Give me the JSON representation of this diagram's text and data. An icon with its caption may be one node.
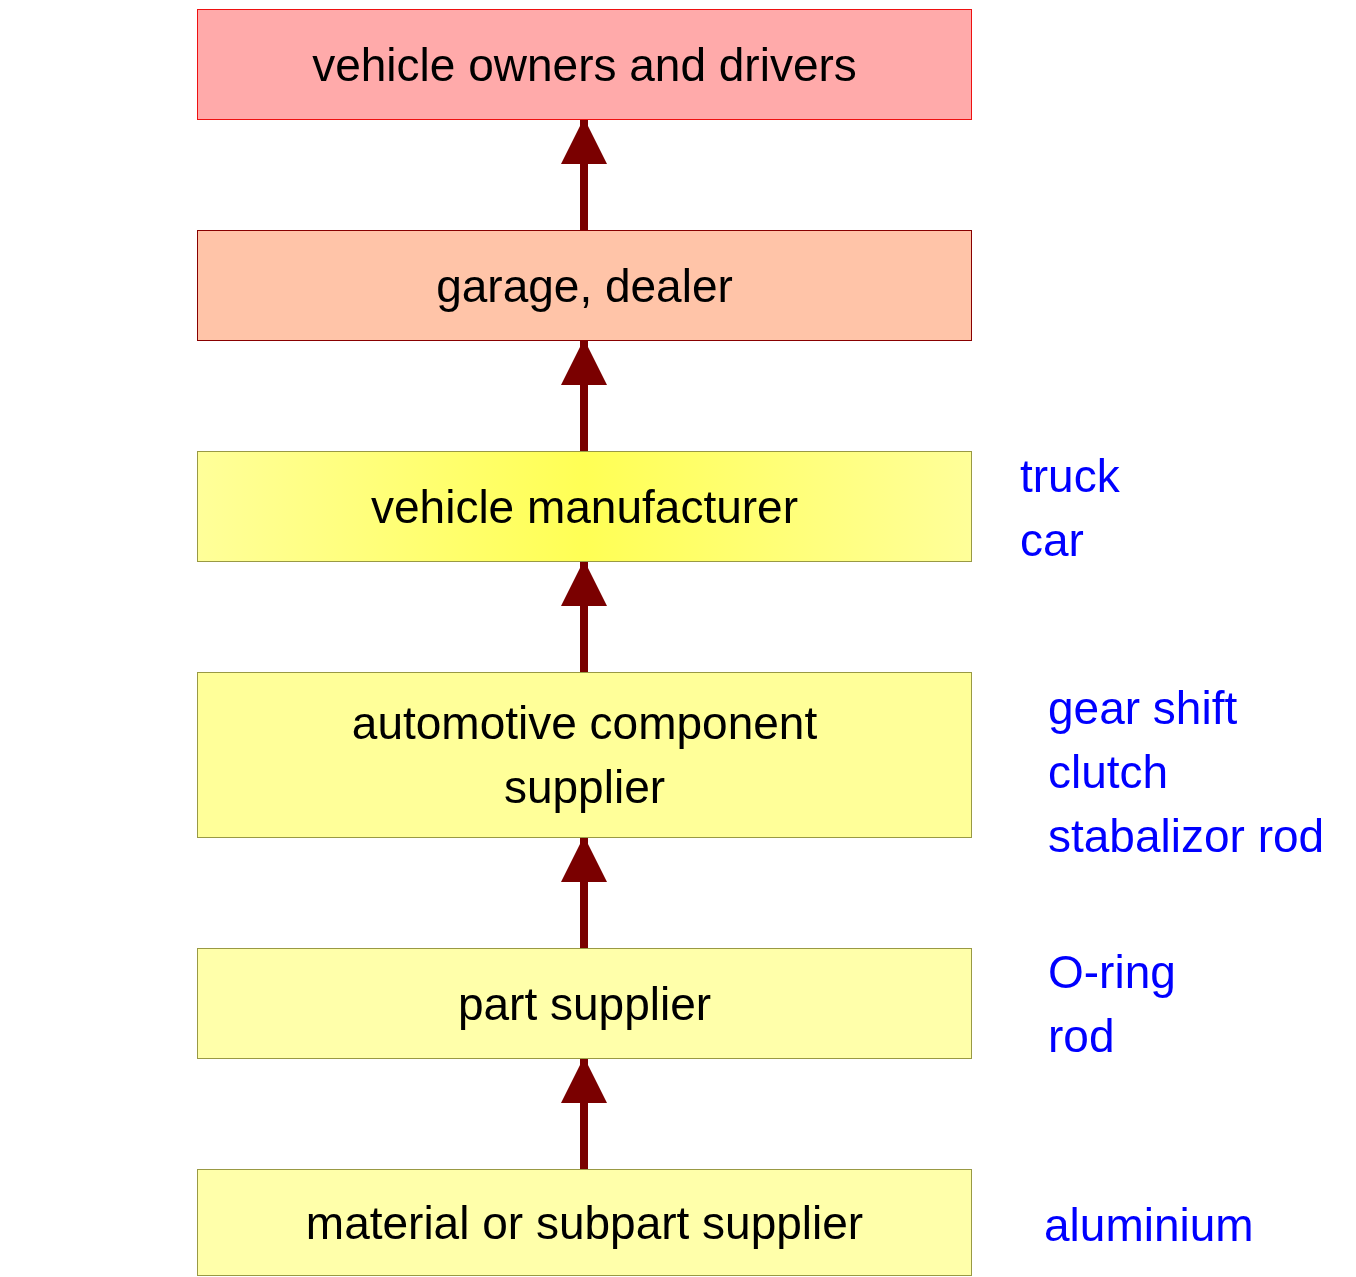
{
  "diagram": {
    "nodes": [
      {
        "text": [
          "vehicle owners and drivers"
        ]
      },
      {
        "text": [
          "garage, dealer"
        ]
      },
      {
        "text": [
          "vehicle manufacturer"
        ],
        "beside": [
          "truck",
          "car"
        ]
      },
      {
        "text": [
          "automotive component supplier"
        ],
        "beside": [
          "gear shift",
          "clutch",
          "stabalizor rod"
        ]
      },
      {
        "text": [
          "part supplier"
        ],
        "beside": [
          "O-ring",
          "rod"
        ]
      },
      {
        "text": [
          "material or subpart supplier"
        ],
        "beside": [
          "aluminium"
        ]
      }
    ],
    "edges": [
      {
        "from": 5,
        "to": 4,
        "arrow": "to"
      },
      {
        "from": 4,
        "to": 3,
        "arrow": "to"
      },
      {
        "from": 3,
        "to": 2,
        "arrow": "to"
      },
      {
        "from": 2,
        "to": 1,
        "arrow": "to"
      },
      {
        "from": 1,
        "to": 0,
        "arrow": "to"
      }
    ]
  }
}
